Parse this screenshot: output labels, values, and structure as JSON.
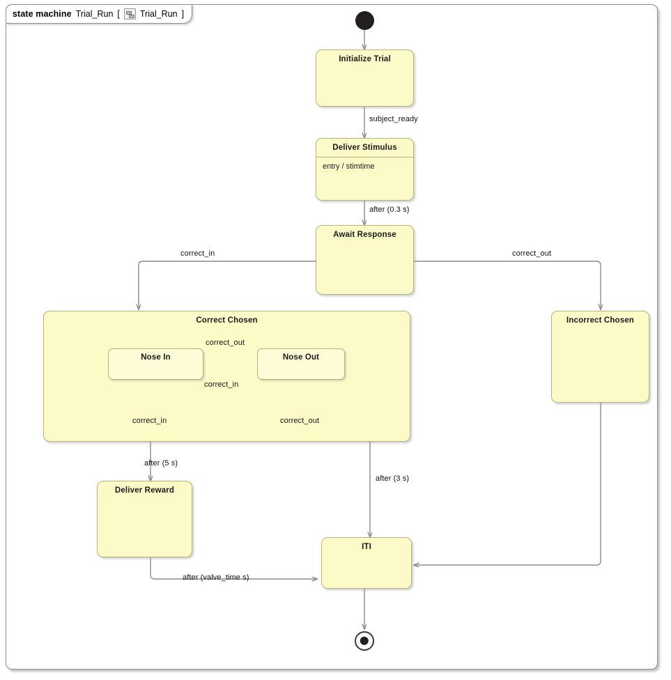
{
  "frame": {
    "keyword": "state machine",
    "name": "Trial_Run",
    "bracket_open": "[",
    "icon": "state-machine-icon",
    "diagram_name": "Trial_Run",
    "bracket_close": "]"
  },
  "colors": {
    "state_fill": "#fcfbc8",
    "substate_fill": "#fdfcd6",
    "state_border": "#b3b37c",
    "edge": "#8c8c8c",
    "frame_border": "#8d8d8d",
    "text": "#1a1a1a"
  },
  "states": {
    "initialize_trial": {
      "label": "Initialize Trial"
    },
    "deliver_stimulus": {
      "label": "Deliver Stimulus",
      "body": "entry / stimtime"
    },
    "await_response": {
      "label": "Await Response"
    },
    "correct_chosen": {
      "label": "Correct Chosen"
    },
    "nose_in": {
      "label": "Nose In"
    },
    "nose_out": {
      "label": "Nose Out"
    },
    "incorrect_chosen": {
      "label": "Incorrect Chosen"
    },
    "deliver_reward": {
      "label": "Deliver Reward"
    },
    "iti": {
      "label": "ITI"
    }
  },
  "pseudostates": {
    "initial": "initial-state",
    "region_initial": "region-initial-state",
    "final": "final-state"
  },
  "transitions": {
    "subject_ready": "subject_ready",
    "after_stim": "after (0.3 s)",
    "correct_in_left": "correct_in",
    "correct_out_right": "correct_out",
    "nose_in_to_out": "correct_out",
    "nose_out_to_in": "correct_in",
    "nose_in_self": "correct_in",
    "nose_out_self": "correct_out",
    "after_5s": "after (5 s)",
    "after_3s": "after (3 s)",
    "after_valve": "after (valve_time s)"
  }
}
